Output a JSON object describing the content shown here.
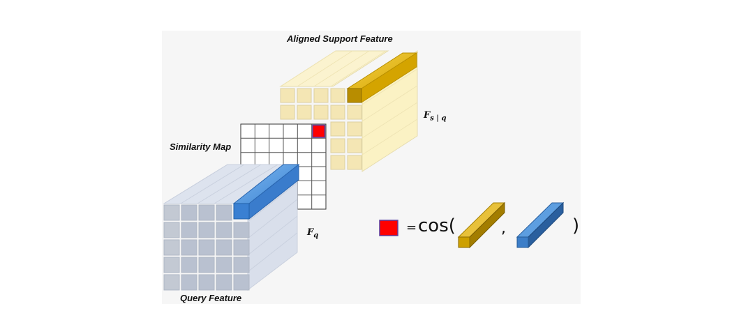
{
  "labels": {
    "aligned_support": "Aligned Support Feature",
    "similarity_map": "Similarity Map",
    "query_feature": "Query Feature"
  },
  "math": {
    "fsq_main": "F",
    "fsq_sub": "s | q",
    "fq_main": "F",
    "fq_sub": "q"
  },
  "equation": {
    "equals": "=",
    "cos": "cos(",
    "comma": ",",
    "close": ")"
  },
  "colors": {
    "support_face": "#f7ecc0",
    "support_highlight": "#d9a900",
    "query_face": "#c8d0e2",
    "query_highlight": "#3e86d6",
    "similarity_cell": "#ff0000"
  },
  "grid": {
    "rows": 5,
    "cols": 5
  }
}
